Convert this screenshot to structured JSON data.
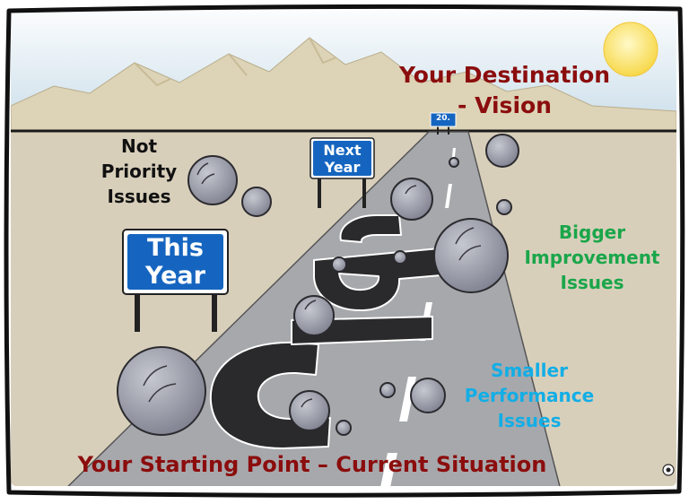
{
  "destination": {
    "line1": "Your Destination",
    "line2": "- Vision",
    "color": "#8b0d0d"
  },
  "starting_point": {
    "text": "Your Starting Point – Current Situation",
    "color": "#8b0d0d"
  },
  "not_priority": {
    "line1": "Not",
    "line2": "Priority",
    "line3": "Issues",
    "color": "#111111"
  },
  "bigger": {
    "line1": "Bigger",
    "line2": "Improvement",
    "line3": "Issues",
    "color": "#1aa64a"
  },
  "smaller": {
    "line1": "Smaller",
    "line2": "Performance",
    "line3": "Issues",
    "color": "#12aee6"
  },
  "signs": {
    "this_year": {
      "line1": "This",
      "line2": "Year"
    },
    "next_year": {
      "line1": "Next",
      "line2": "Year"
    },
    "far": {
      "text": "20."
    }
  },
  "road_text": "CIP",
  "colors": {
    "sign_blue": "#1565c0",
    "sky": "#cfe3ee",
    "ground": "#d7cfba",
    "road": "#a8a9ad",
    "boulder": "#9a9ca6",
    "sun": "#fde87a"
  },
  "icons": {
    "sun": "sun-icon",
    "corner_mark": "copyright-mark-icon"
  }
}
